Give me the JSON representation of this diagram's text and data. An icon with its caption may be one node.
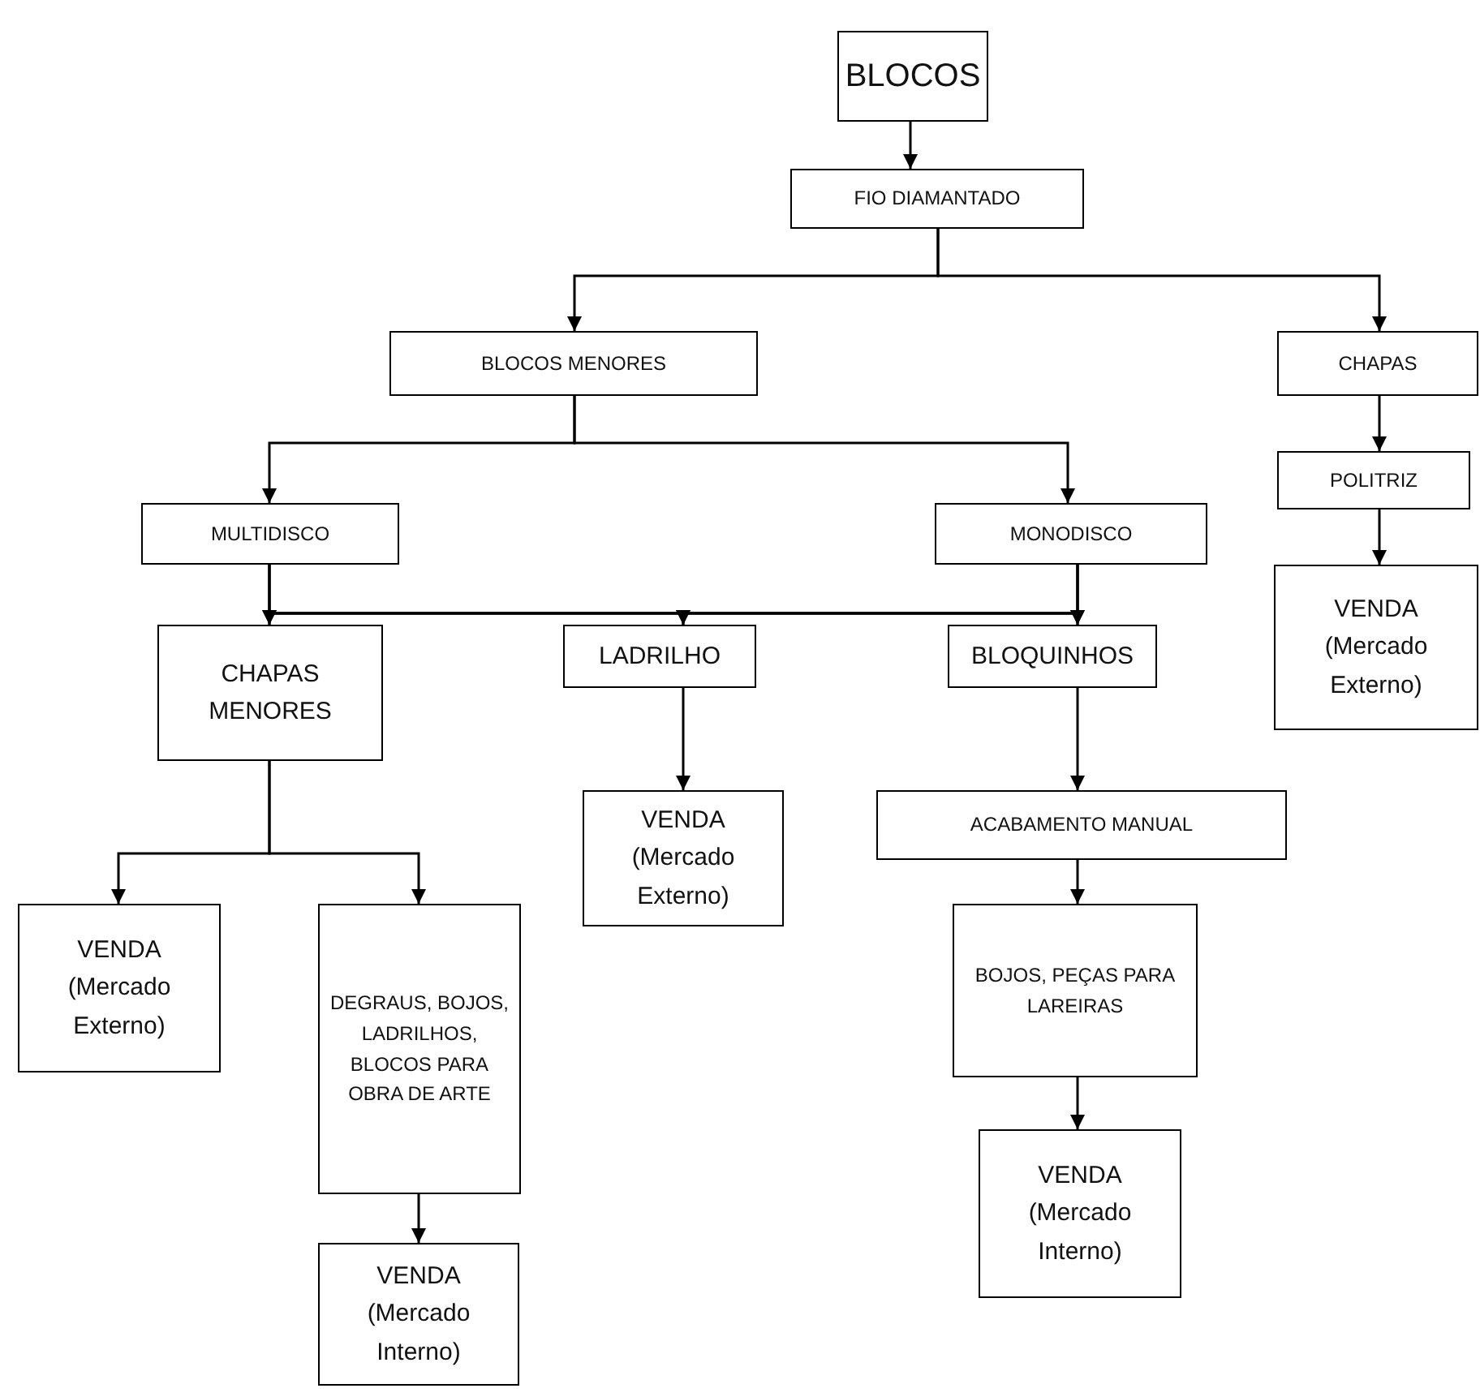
{
  "diagram": {
    "nodes": [
      {
        "text": [
          "BLOCOS"
        ]
      },
      {
        "text": [
          "FIO DIAMANTADO"
        ]
      },
      {
        "text": [
          "BLOCOS MENORES"
        ]
      },
      {
        "text": [
          "CHAPAS"
        ]
      },
      {
        "text": [
          "MULTIDISCO"
        ]
      },
      {
        "text": [
          "MONODISCO"
        ]
      },
      {
        "text": [
          "POLITRIZ"
        ]
      },
      {
        "text": [
          "VENDA (Mercado Externo)"
        ]
      },
      {
        "text": [
          "CHAPAS MENORES"
        ]
      },
      {
        "text": [
          "LADRILHO"
        ]
      },
      {
        "text": [
          "BLOQUINHOS"
        ]
      },
      {
        "text": [
          "VENDA (Mercado Externo)"
        ]
      },
      {
        "text": [
          "ACABAMENTO MANUAL"
        ]
      },
      {
        "text": [
          "VENDA (Mercado Externo)"
        ]
      },
      {
        "text": [
          "DEGRAUS, BOJOS, LADRILHOS, BLOCOS PARA OBRA DE ARTE"
        ]
      },
      {
        "text": [
          "BOJOS, PEÇAS PARA LAREIRAS"
        ]
      },
      {
        "text": [
          "VENDA (Mercado Interno)"
        ]
      },
      {
        "text": [
          "VENDA (Mercado Interno)"
        ]
      }
    ],
    "edges": [
      {
        "from": 0,
        "to": 1,
        "arrow": "to"
      },
      {
        "from": 1,
        "to": 2,
        "arrow": "to"
      },
      {
        "from": 1,
        "to": 3,
        "arrow": "to"
      },
      {
        "from": 2,
        "to": 4,
        "arrow": "to"
      },
      {
        "from": 2,
        "to": 5,
        "arrow": "to"
      },
      {
        "from": 3,
        "to": 6,
        "arrow": "to"
      },
      {
        "from": 6,
        "to": 7,
        "arrow": "to"
      },
      {
        "from": 4,
        "to": 8,
        "arrow": "to"
      },
      {
        "from": 4,
        "to": 9,
        "arrow": "to"
      },
      {
        "from": 4,
        "to": 10,
        "arrow": "to"
      },
      {
        "from": 5,
        "to": 8,
        "arrow": "to"
      },
      {
        "from": 5,
        "to": 9,
        "arrow": "to"
      },
      {
        "from": 5,
        "to": 10,
        "arrow": "to"
      },
      {
        "from": 8,
        "to": 13,
        "arrow": "to"
      },
      {
        "from": 8,
        "to": 14,
        "arrow": "to"
      },
      {
        "from": 9,
        "to": 11,
        "arrow": "to"
      },
      {
        "from": 10,
        "to": 12,
        "arrow": "to"
      },
      {
        "from": 12,
        "to": 15,
        "arrow": "to"
      },
      {
        "from": 15,
        "to": 17,
        "arrow": "to"
      },
      {
        "from": 14,
        "to": 16,
        "arrow": "to"
      }
    ]
  }
}
